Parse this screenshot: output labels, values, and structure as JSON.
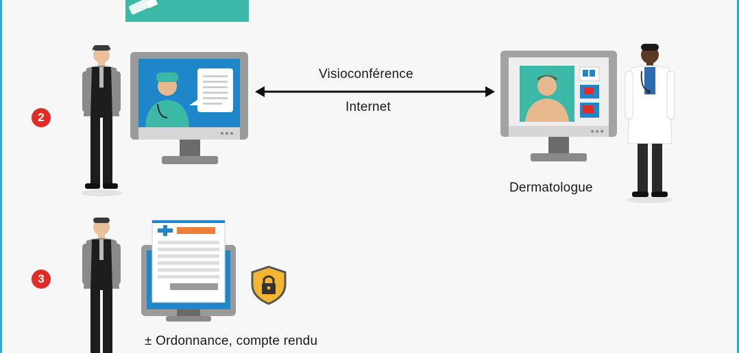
{
  "steps": {
    "step2": "2",
    "step3": "3"
  },
  "link": {
    "top_label": "Visioconférence",
    "bottom_label": "Internet"
  },
  "remote": {
    "label": "Dermatologue"
  },
  "result": {
    "label": "± Ordonnance, compte rendu"
  },
  "colors": {
    "frame": "#29a8df",
    "badge": "#e02b27",
    "teal": "#3bb8a6",
    "monitor": "#9a9a9a",
    "screen_blue": "#1f87c9",
    "doctor_coat": "#ffffff",
    "shield": "#f2b632"
  },
  "icons": [
    "patient-figure",
    "monitor-icon",
    "doctor-figure",
    "arrow-double",
    "prescription-icon",
    "lock-shield-icon"
  ]
}
